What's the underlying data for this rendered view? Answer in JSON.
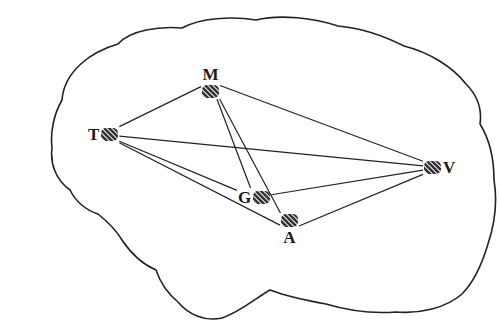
{
  "diagram": {
    "nodes": [
      {
        "text": [
          "T"
        ]
      },
      {
        "text": [
          "M"
        ]
      },
      {
        "text": [
          "G"
        ]
      },
      {
        "text": [
          "A"
        ]
      },
      {
        "text": [
          "V"
        ]
      }
    ],
    "edges": [
      {
        "from": 0,
        "to": 1,
        "arrow": "none"
      },
      {
        "from": 0,
        "to": 4,
        "arrow": "none"
      },
      {
        "from": 0,
        "to": 2,
        "arrow": "none"
      },
      {
        "from": 0,
        "to": 3,
        "arrow": "none"
      },
      {
        "from": 1,
        "to": 4,
        "arrow": "none"
      },
      {
        "from": 1,
        "to": 2,
        "arrow": "none"
      },
      {
        "from": 1,
        "to": 3,
        "arrow": "none"
      },
      {
        "from": 2,
        "to": 4,
        "arrow": "none"
      },
      {
        "from": 3,
        "to": 4,
        "arrow": "none"
      }
    ]
  }
}
